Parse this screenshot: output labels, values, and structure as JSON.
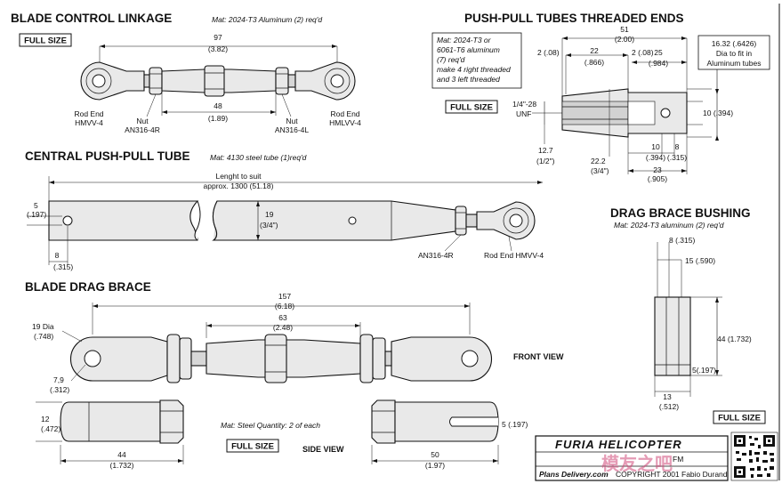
{
  "blade_control_linkage": {
    "title": "BLADE CONTROL LINKAGE",
    "material": "Mat: 2024-T3 Aluminum (2) req'd",
    "scale_box": "FULL SIZE",
    "dim_overall": "97",
    "dim_overall_in": "(3.82)",
    "dim_tube": "48",
    "dim_tube_in": "(1.89)",
    "left_end": "Rod End",
    "left_end_part": "HMVV-4",
    "left_nut": "Nut",
    "left_nut_part": "AN316-4R",
    "right_nut": "Nut",
    "right_nut_part": "AN316-4L",
    "right_end": "Rod End",
    "right_end_part": "HMLVV-4"
  },
  "push_pull_ends": {
    "title": "PUSH-PULL TUBES THREADED ENDS",
    "note": [
      "Mat: 2024-T3 or",
      "6061-T6 aluminum",
      "(7) req'd",
      "make 4 right threaded",
      "and 3 left threaded"
    ],
    "scale_box": "FULL SIZE",
    "dim_overall": "51",
    "dim_overall_in": "(2.00)",
    "dim_a": "2 (.08)",
    "dim_b": "22",
    "dim_b_in": "(.866)",
    "dim_c": "2 (.08)",
    "dim_d": "25",
    "dim_d_in": "(.984)",
    "dim_dia": "16.32 (.6426)",
    "dim_dia_note1": "Dia to fit in",
    "dim_dia_note2": "Aluminum tubes",
    "thread": "1/4\"-28",
    "thread_type": "UNF",
    "dim_hole": "10 (.394)",
    "dim_e": "12.7",
    "dim_e_in": "(1/2\")",
    "dim_f": "22.2",
    "dim_f_in": "(3/4\")",
    "dim_g": "10",
    "dim_g_in": "(.394)",
    "dim_h": "8",
    "dim_h_in": "(.315)",
    "dim_i": "23",
    "dim_i_in": "(.905)"
  },
  "central_tube": {
    "title": "CENTRAL PUSH-PULL TUBE",
    "material": "Mat: 4130 steel tube (1)req'd",
    "length_note1": "Lenght to suit",
    "length_note2": "approx. 1300 (51.18)",
    "dim_hole": "5",
    "dim_hole_in": "(.197)",
    "dim_dia": "19",
    "dim_dia_in": "(3/4\")",
    "dim_edge": "8",
    "dim_edge_in": "(.315)",
    "nut_part": "AN316-4R",
    "end_label": "Rod End HMVV-4"
  },
  "drag_brace_bushing": {
    "title": "DRAG BRACE BUSHING",
    "material": "Mat: 2024-T3 aluminum (2) req'd",
    "dim_top": "8 (.315)",
    "dim_od": "15 (.590)",
    "dim_len": "44 (1.732)",
    "dim_lip": "5(.197)",
    "dim_width": "13",
    "dim_width_in": "(.512)",
    "scale_box": "FULL SIZE"
  },
  "blade_drag_brace": {
    "title": "BLADE DRAG BRACE",
    "dim_overall": "157",
    "dim_overall_in": "(6.18)",
    "dim_mid": "63",
    "dim_mid_in": "(2.48)",
    "dim_dia": "19 Dia",
    "dim_dia_in": "(.748)",
    "dim_hole": "7,9",
    "dim_hole_in": "(.312)",
    "front_view": "FRONT VIEW",
    "dim_side_h": "12",
    "dim_side_h_in": "(.472)",
    "material": "Mat: Steel  Quantity: 2 of each",
    "scale_box": "FULL SIZE",
    "side_view": "SIDE VIEW",
    "dim_side_len": "44",
    "dim_side_len_in": "(1.732)",
    "dim_slot": "5 (.197)",
    "dim_right_len": "50",
    "dim_right_len_in": "(1.97)"
  },
  "title_block": {
    "brand": "FURIA HELICOPTER",
    "fm": "FM",
    "plans": "Plans Delivery.com",
    "copyright": "COPYRIGHT 2001 Fabio Durand",
    "watermark": "模友之吧"
  }
}
